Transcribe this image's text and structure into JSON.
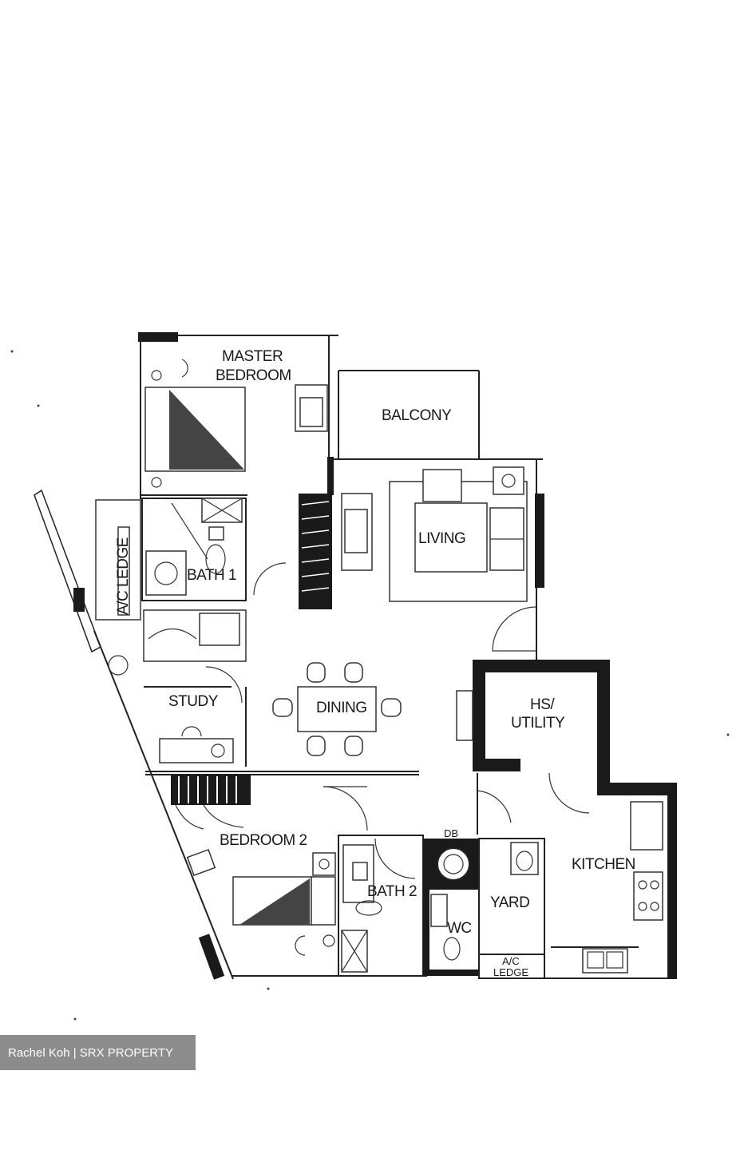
{
  "rooms": {
    "master_bedroom_line1": "MASTER",
    "master_bedroom_line2": "BEDROOM",
    "balcony": "BALCONY",
    "living": "LIVING",
    "ac_ledge_top": "A/C LEDGE",
    "bath1": "BATH 1",
    "study": "STUDY",
    "dining": "DINING",
    "hs_utility_line1": "HS/",
    "hs_utility_line2": "UTILITY",
    "bedroom2": "BEDROOM 2",
    "db": "DB",
    "bath2": "BATH 2",
    "kitchen": "KITCHEN",
    "yard": "YARD",
    "wc": "WC",
    "ac_ledge_bottom_line1": "A/C",
    "ac_ledge_bottom_line2": "LEDGE"
  },
  "watermark": "Rachel Koh | SRX PROPERTY"
}
